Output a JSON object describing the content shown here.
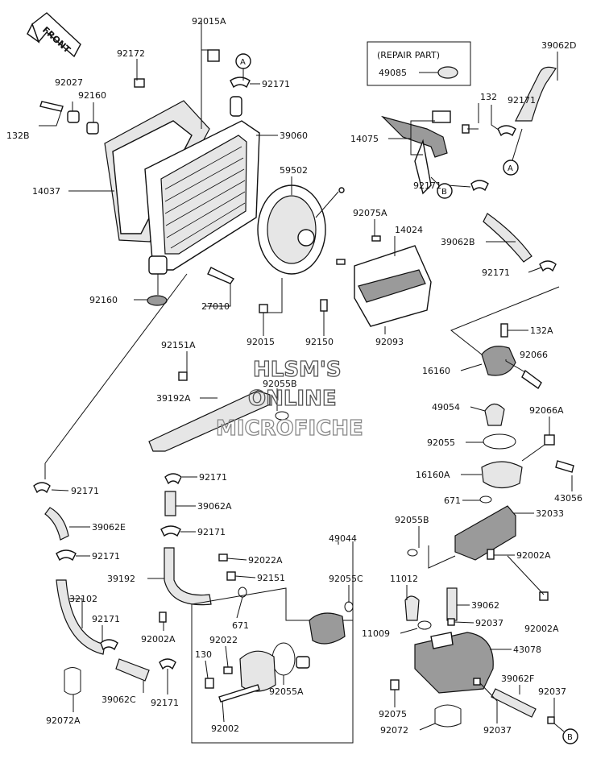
{
  "front_label": "FRONT",
  "repair_part": {
    "heading": "(REPAIR PART)",
    "part": "49085"
  },
  "watermark": [
    "HLSM'S",
    "ONLINE",
    "MICROFICHE"
  ],
  "circle_markers": [
    "A",
    "A",
    "B",
    "B"
  ],
  "part_numbers": [
    "92015A",
    "92172",
    "92171",
    "39060",
    "92027",
    "92160",
    "132B",
    "14037",
    "59502",
    "92160",
    "27010",
    "92015",
    "92150",
    "39062D",
    "132",
    "92171",
    "14075",
    "92171",
    "92075A",
    "14024",
    "39062B",
    "92171",
    "92093",
    "132A",
    "92066",
    "16160",
    "49054",
    "92066A",
    "92055",
    "16160A",
    "43056",
    "671",
    "32033",
    "92055B",
    "92002A",
    "92002A",
    "92151A",
    "92055B",
    "39192A",
    "92171",
    "39062E",
    "92171",
    "39062A",
    "92171",
    "92171",
    "92022A",
    "39192",
    "92151",
    "32102",
    "92171",
    "92002A",
    "49044",
    "92055C",
    "671",
    "92022",
    "130",
    "92055A",
    "39062C",
    "92171",
    "92072A",
    "92002",
    "11012",
    "39062",
    "11009",
    "92037",
    "43078",
    "39062F",
    "92037",
    "92075",
    "92072",
    "92037"
  ]
}
